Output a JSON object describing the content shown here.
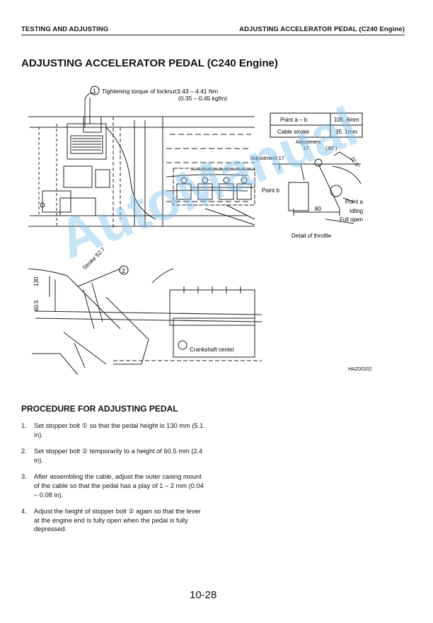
{
  "header": {
    "left": "TESTING AND ADJUSTING",
    "right": "ADJUSTING ACCELERATOR PEDAL (C240 Engine)"
  },
  "title": "ADJUSTING ACCELERATOR PEDAL (C240 Engine)",
  "figure": {
    "callout_torque_label": "Tightening torque of locknut:",
    "callout_torque_nm": "3.43 – 4.41 Nm",
    "callout_torque_kgfm": "(0.35 – 0.45 kgfm)",
    "table": [
      {
        "label": "Point a – b",
        "value": "105. 6mm"
      },
      {
        "label": "Cable stroke",
        "value": "35. 1mm"
      }
    ],
    "adjustment_label": "Adjustment",
    "adjustment_value": "17",
    "adjustment_17_label": "Adjustment 17",
    "angle_30": "(30°)",
    "angle_22_5": "22.5°",
    "point_b": "Point b",
    "point_a": "Point a",
    "idling": "Idling",
    "full_open": "Full open",
    "dim_80": "80",
    "detail_caption": "Detail of throttle",
    "stroke_label": "Stroke 52.7",
    "dim_130": "130",
    "dim_60_5": "60.5",
    "crankshaft_label": "Crankshaft center",
    "figure_code": "HAZ00102",
    "callout_1": "1",
    "callout_2": "2"
  },
  "watermark": "AutoManual",
  "procedure": {
    "title": "PROCEDURE FOR ADJUSTING PEDAL",
    "steps": [
      {
        "num": "1.",
        "text": "Set stopper bolt ① so that the pedal height is 130 mm (5.1 in)."
      },
      {
        "num": "2.",
        "text": "Set stopper bolt ② temporarily to a height of 60.5 mm (2.4 in)."
      },
      {
        "num": "3.",
        "text": "After assembling the cable, adjust the outer casing mount of the cable so that the pedal has a play of 1 – 2 mm (0.04 – 0.08 in)."
      },
      {
        "num": "4.",
        "text": "Adjust the height of stopper bolt ② again so that the lever at the engine end is fully open when the pedal is fully depressed."
      }
    ]
  },
  "page_number": "10-28"
}
